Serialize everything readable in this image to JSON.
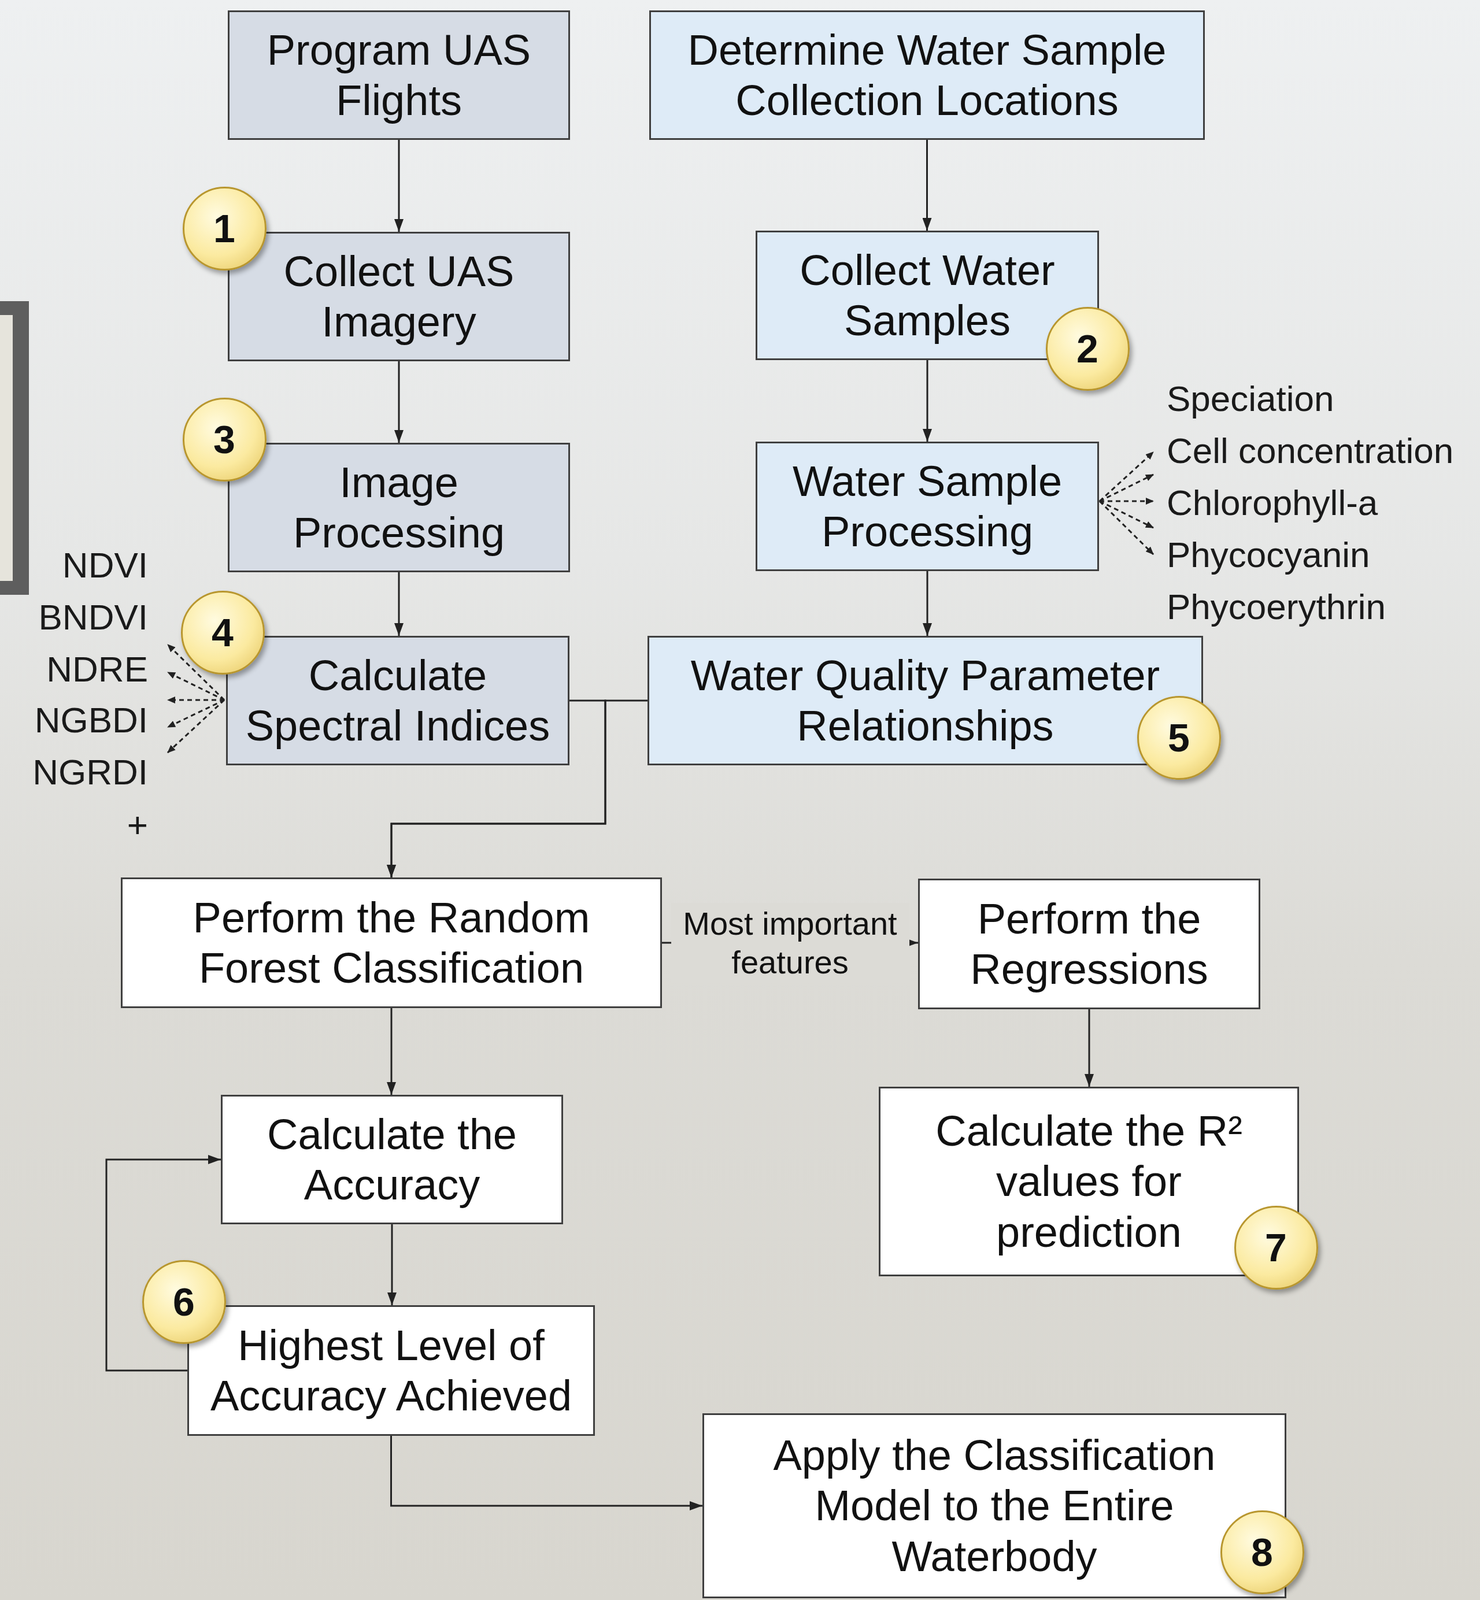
{
  "diagram": {
    "nodes": [
      {
        "text": [
          "Program UAS Flights"
        ]
      },
      {
        "text": [
          "Determine Water Sample Collection Locations"
        ]
      },
      {
        "text": [
          "Collect UAS Imagery"
        ]
      },
      {
        "text": [
          "Collect Water Samples"
        ]
      },
      {
        "text": [
          "Image Processing"
        ]
      },
      {
        "text": [
          "Water Sample Processing"
        ]
      },
      {
        "text": [
          "Calculate Spectral Indices"
        ]
      },
      {
        "text": [
          "Water Quality Parameter Relationships"
        ]
      },
      {
        "text": [
          "Perform the Random Forest Classification"
        ]
      },
      {
        "text": [
          "Perform the Regressions"
        ]
      },
      {
        "text": [
          "Calculate the Accuracy"
        ]
      },
      {
        "text": [
          "Calculate the R² values for prediction"
        ]
      },
      {
        "text": [
          "Highest Level of Accuracy Achieved"
        ]
      },
      {
        "text": [
          "Apply the Classification Model to the Entire Waterbody"
        ]
      }
    ],
    "edges": [
      {
        "from": 0,
        "to": 2,
        "arrow": "to"
      },
      {
        "from": 2,
        "to": 4,
        "arrow": "to"
      },
      {
        "from": 4,
        "to": 6,
        "arrow": "to"
      },
      {
        "from": 1,
        "to": 3,
        "arrow": "to"
      },
      {
        "from": 3,
        "to": 5,
        "arrow": "to"
      },
      {
        "from": 5,
        "to": 7,
        "arrow": "to"
      },
      {
        "from": 6,
        "to": 8,
        "arrow": "to"
      },
      {
        "from": 7,
        "to": 8,
        "arrow": "to"
      },
      {
        "from": 8,
        "to": 9,
        "label": "Most important features",
        "arrow": "to"
      },
      {
        "from": 9,
        "to": 11,
        "arrow": "to"
      },
      {
        "from": 8,
        "to": 10,
        "arrow": "to"
      },
      {
        "from": 10,
        "to": 12,
        "arrow": "to"
      },
      {
        "from": 12,
        "to": 10,
        "arrow": "to"
      },
      {
        "from": 12,
        "to": 13,
        "arrow": "to"
      }
    ],
    "labels": [
      "1",
      "2",
      "3",
      "4",
      "5",
      "6",
      "7",
      "8",
      "NDVI",
      "BNDVI",
      "NDRE",
      "NGBDI",
      "NGRDI",
      "+",
      "Speciation",
      "Cell concentration",
      "Chlorophyll-a",
      "Phycocyanin",
      "Phycoerythrin"
    ]
  }
}
